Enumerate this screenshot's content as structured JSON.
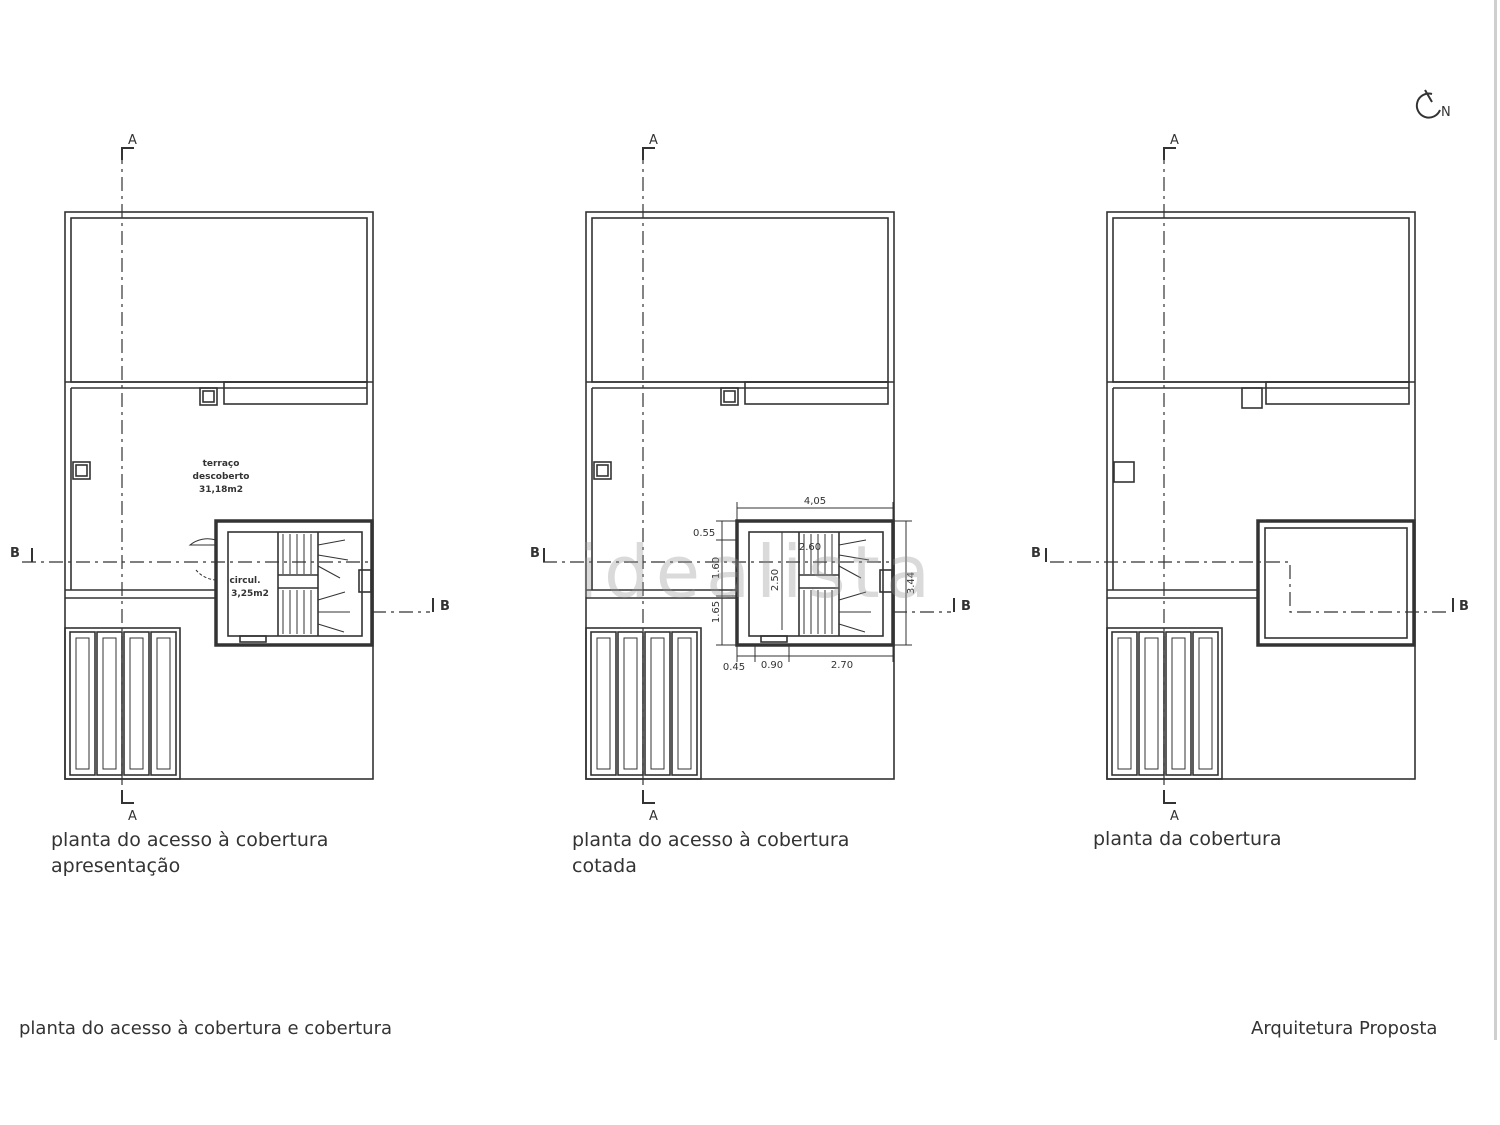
{
  "north_label": "N",
  "plans": [
    {
      "caption_line1": "planta do acesso à cobertura",
      "caption_line2": "apresentação",
      "section_a_label": "A",
      "section_b_label": "B",
      "room_terrace": [
        "terraço",
        "descoberto",
        "31,18m2"
      ],
      "room_circ": [
        "circul.",
        "3,25m2"
      ]
    },
    {
      "caption_line1": "planta do acesso à cobertura",
      "caption_line2": "cotada",
      "section_a_label": "A",
      "section_b_label": "B",
      "dimensions": {
        "top": "4,05",
        "left_top": "0.55",
        "left_mid": "1.60",
        "left_bottom": "1.65",
        "inner_v1": "2.50",
        "inner_v2": "2.60",
        "right": "3.44",
        "bottom_1": "0.45",
        "bottom_2": "0.90",
        "bottom_3": "2.70"
      }
    },
    {
      "caption_line1": "planta da cobertura",
      "section_a_label": "A",
      "section_b_label": "B"
    }
  ],
  "watermark": "idealista",
  "footer_left": "planta do acesso à cobertura e cobertura",
  "footer_right": "Arquitetura Proposta"
}
